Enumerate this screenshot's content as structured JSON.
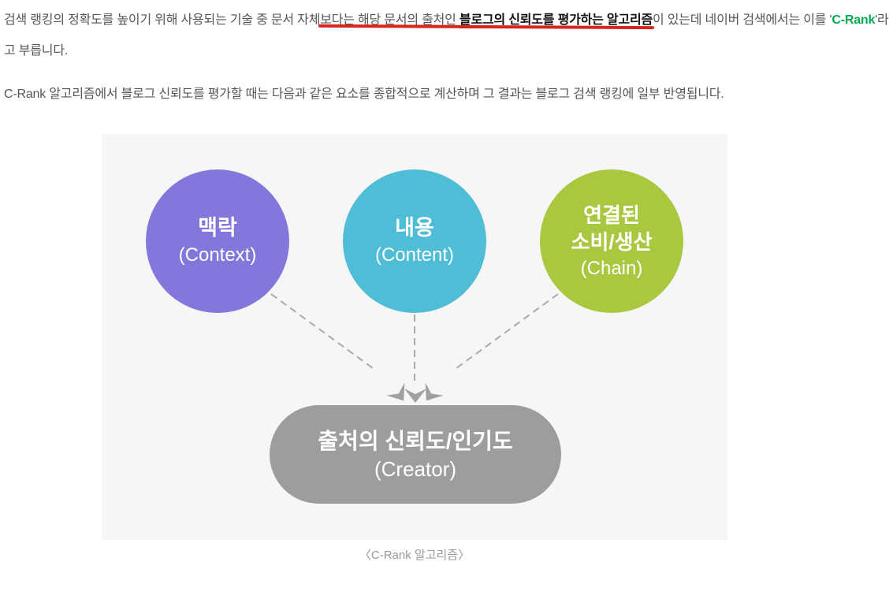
{
  "article": {
    "paragraph1": {
      "lead": " 검색 랭킹의 정확도를 높이기 위해 사용되는 기술 중 문서 자체보다는 해당 문서의 출처인 ",
      "emphasis": "블로그의 신뢰도를 평가하는 알고리즘",
      "middle": "이 있는데 네이버 검색에서는 이를 '",
      "crank": "C-Rank",
      "tail": "'라고 부릅니다."
    },
    "paragraph2": " C-Rank 알고리즘에서 블로그 신뢰도를 평가할 때는 다음과 같은 요소를 종합적으로 계산하며 그 결과는 블로그 검색 랭킹에 일부 반영됩니다."
  },
  "diagram": {
    "background": "#F6F6F6",
    "arrow_color": "#A9A9A9",
    "nodes": [
      {
        "id": "context",
        "lines": [
          "맥락"
        ],
        "sub": "(Context)",
        "color": "#8477DC"
      },
      {
        "id": "content",
        "lines": [
          "내용"
        ],
        "sub": "(Content)",
        "color": "#4FBDD5"
      },
      {
        "id": "chain",
        "lines": [
          "연결된",
          "소비/생산"
        ],
        "sub": "(Chain)",
        "color": "#A9C73F"
      }
    ],
    "result": {
      "id": "creator",
      "title": "출처의 신뢰도/인기도",
      "sub": "(Creator)",
      "color": "#9D9D9D"
    },
    "caption": "〈C-Rank 알고리즘〉"
  },
  "annotations": {
    "red_underline_color": "#D9261C",
    "emphasis_underline_color": "#111111"
  },
  "colors": {
    "body_text": "#555555",
    "emphasis_text": "#111111",
    "crank_green": "#03A853",
    "caption_text": "#999999",
    "page_background": "#FFFFFF"
  }
}
